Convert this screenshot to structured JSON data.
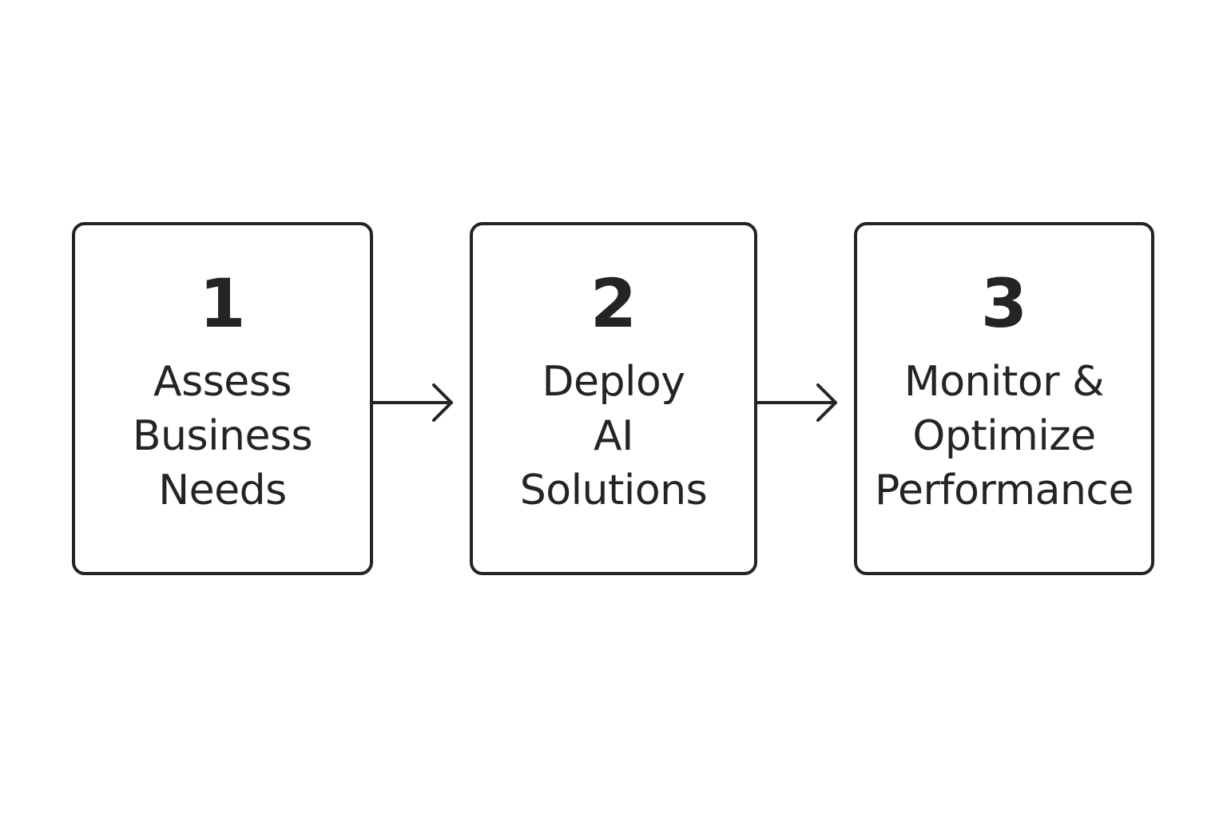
{
  "steps": [
    {
      "number": "1",
      "lines": [
        "Assess",
        "Business",
        "Needs"
      ]
    },
    {
      "number": "2",
      "lines": [
        "Deploy",
        "AI",
        "Solutions"
      ]
    },
    {
      "number": "3",
      "lines": [
        "Monitor &",
        "Optimize",
        "Performance"
      ]
    }
  ],
  "colors": {
    "stroke": "#222426",
    "background": "#ffffff"
  }
}
